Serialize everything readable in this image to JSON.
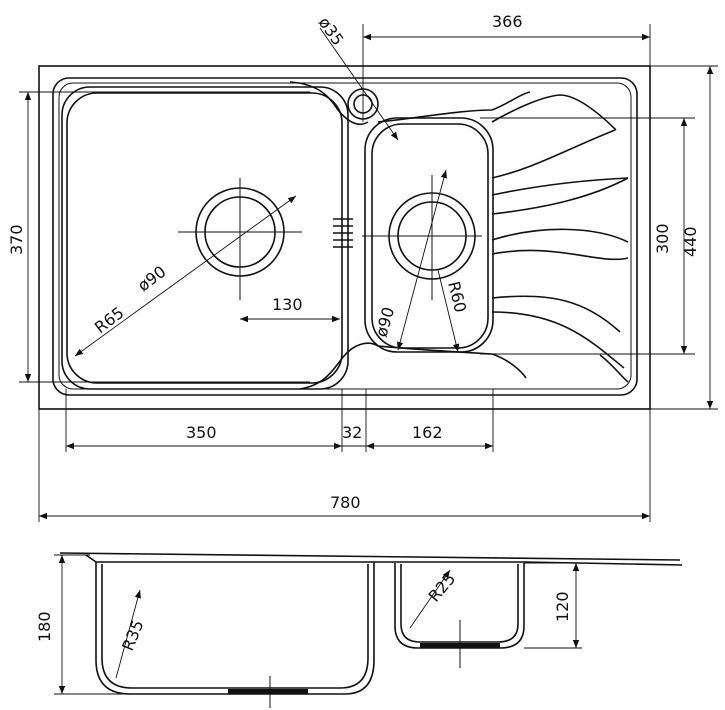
{
  "drawing": {
    "plan": {
      "dims": {
        "hole_dia": "ø35",
        "drain_width": "366",
        "height_370": "370",
        "main_radius": "R65",
        "main_waste": "ø90",
        "offset_130": "130",
        "bowl_depth_300": "300",
        "overall_440": "440",
        "small_waste": "ø90",
        "small_radius": "R60",
        "main_width": "350",
        "divider": "32",
        "small_width": "162",
        "overall_780": "780"
      }
    },
    "section": {
      "dims": {
        "depth_180": "180",
        "radius_r35": "R35",
        "radius_r25": "R25",
        "depth_120": "120"
      }
    }
  }
}
